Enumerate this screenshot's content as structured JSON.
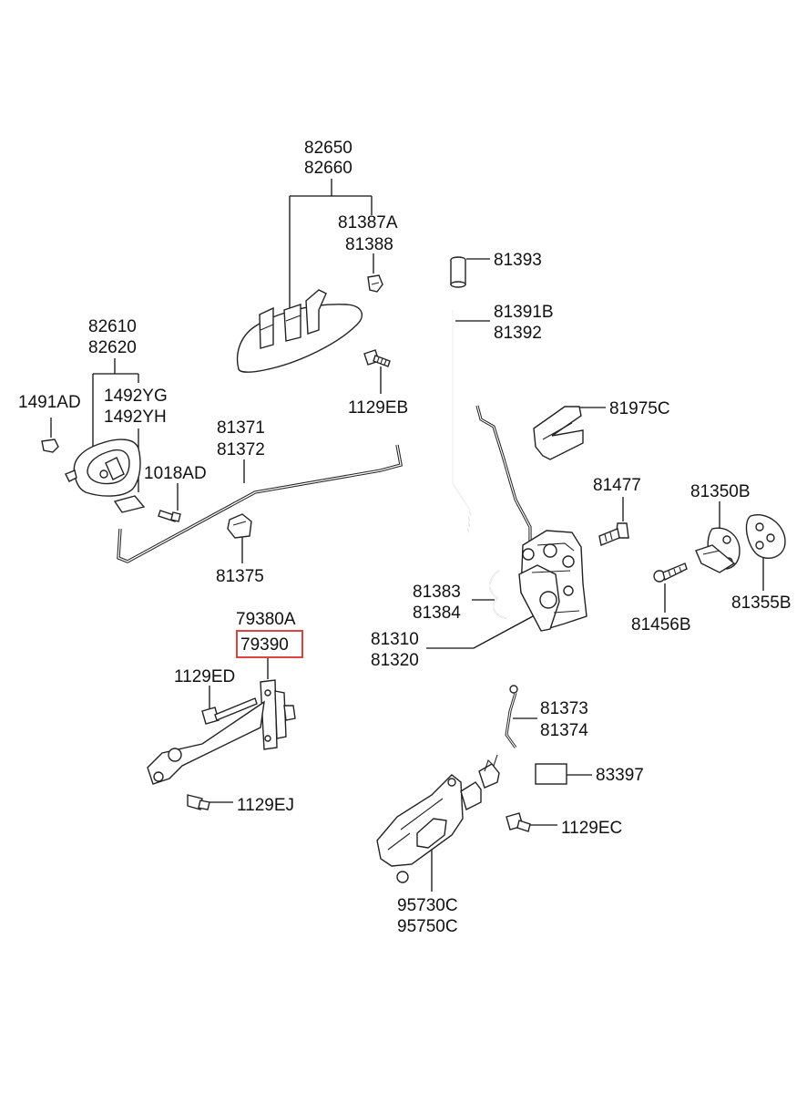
{
  "highlight_color": "#d9302c",
  "labels": {
    "l82650": "82650",
    "l82660": "82660",
    "l81387A": "81387A",
    "l81388": "81388",
    "l81393": "81393",
    "l81391B": "81391B",
    "l81392": "81392",
    "l82610": "82610",
    "l82620": "82620",
    "l1491AD": "1491AD",
    "l1492YG": "1492YG",
    "l1492YH": "1492YH",
    "l1129EB": "1129EB",
    "l81975C": "81975C",
    "l81371": "81371",
    "l81372": "81372",
    "l1018AD": "1018AD",
    "l81477": "81477",
    "l81350B": "81350B",
    "l81375": "81375",
    "l81383": "81383",
    "l81384": "81384",
    "l81355B": "81355B",
    "l81456B": "81456B",
    "l79380A": "79380A",
    "l79390": "79390",
    "l81310": "81310",
    "l81320": "81320",
    "l1129ED": "1129ED",
    "l81373": "81373",
    "l81374": "81374",
    "l83397": "83397",
    "l1129EJ": "1129EJ",
    "l1129EC": "1129EC",
    "l95730C": "95730C",
    "l95750C": "95750C"
  }
}
